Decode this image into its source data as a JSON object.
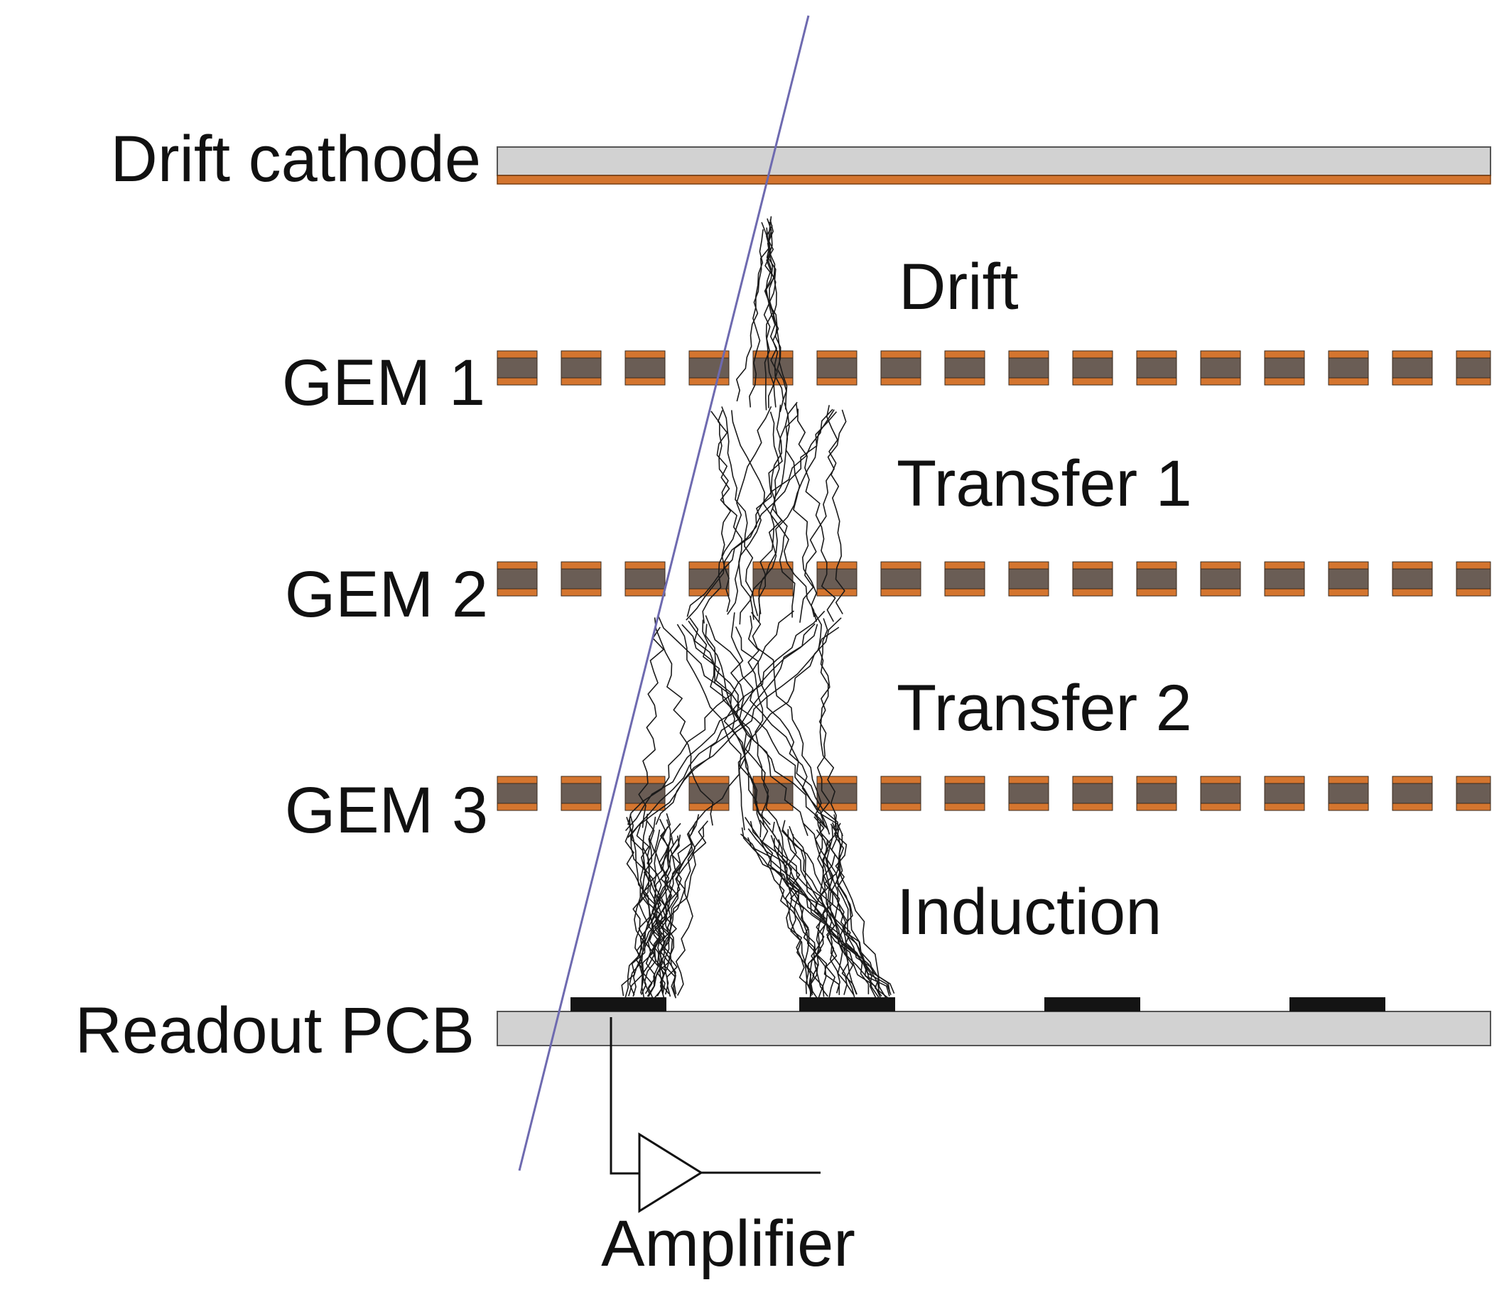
{
  "labels": {
    "drift_cathode": "Drift cathode",
    "drift": "Drift",
    "gem1": "GEM 1",
    "transfer1": "Transfer 1",
    "gem2": "GEM 2",
    "transfer2": "Transfer 2",
    "gem3": "GEM 3",
    "induction": "Induction",
    "readout_pcb": "Readout PCB",
    "amplifier": "Amplifier"
  },
  "colors": {
    "copper": "#d4752f",
    "kapton": "#6a5d55",
    "pcb": "#d2d2d2",
    "pad": "#141414",
    "particle_track": "#6e6ab0",
    "electron_tracks": "#1a1a1a"
  },
  "gem_foil_segments_per_foil": 16,
  "readout_pad_count": 4
}
